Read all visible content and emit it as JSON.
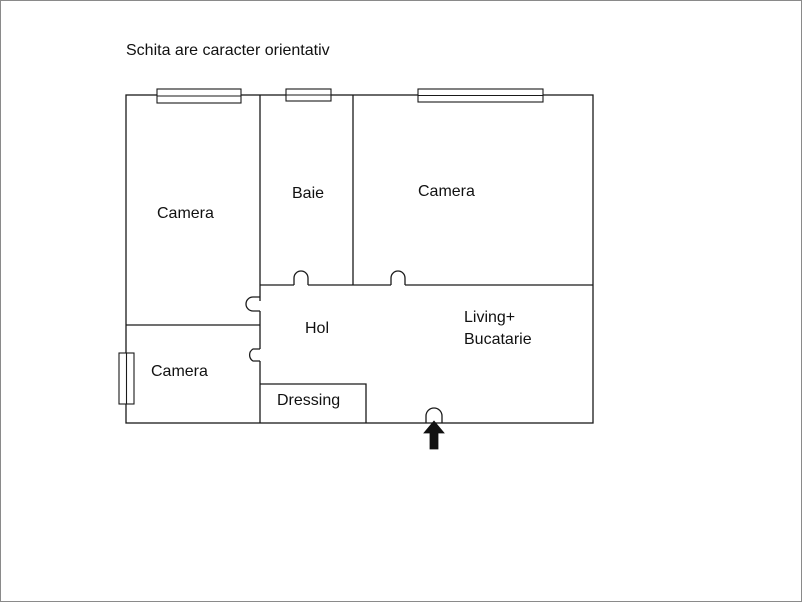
{
  "note": "Schita are caracter orientativ",
  "rooms": {
    "camera_left_top": "Camera",
    "baie": "Baie",
    "camera_right": "Camera",
    "hol": "Hol",
    "living_line1": "Living+",
    "living_line2": "Bucatarie",
    "camera_left_bottom": "Camera",
    "dressing": "Dressing"
  },
  "colors": {
    "wall": "#1a1a1a",
    "arrow": "#111111",
    "text": "#111111"
  },
  "icons": {
    "entrance": "entrance-arrow-icon"
  }
}
